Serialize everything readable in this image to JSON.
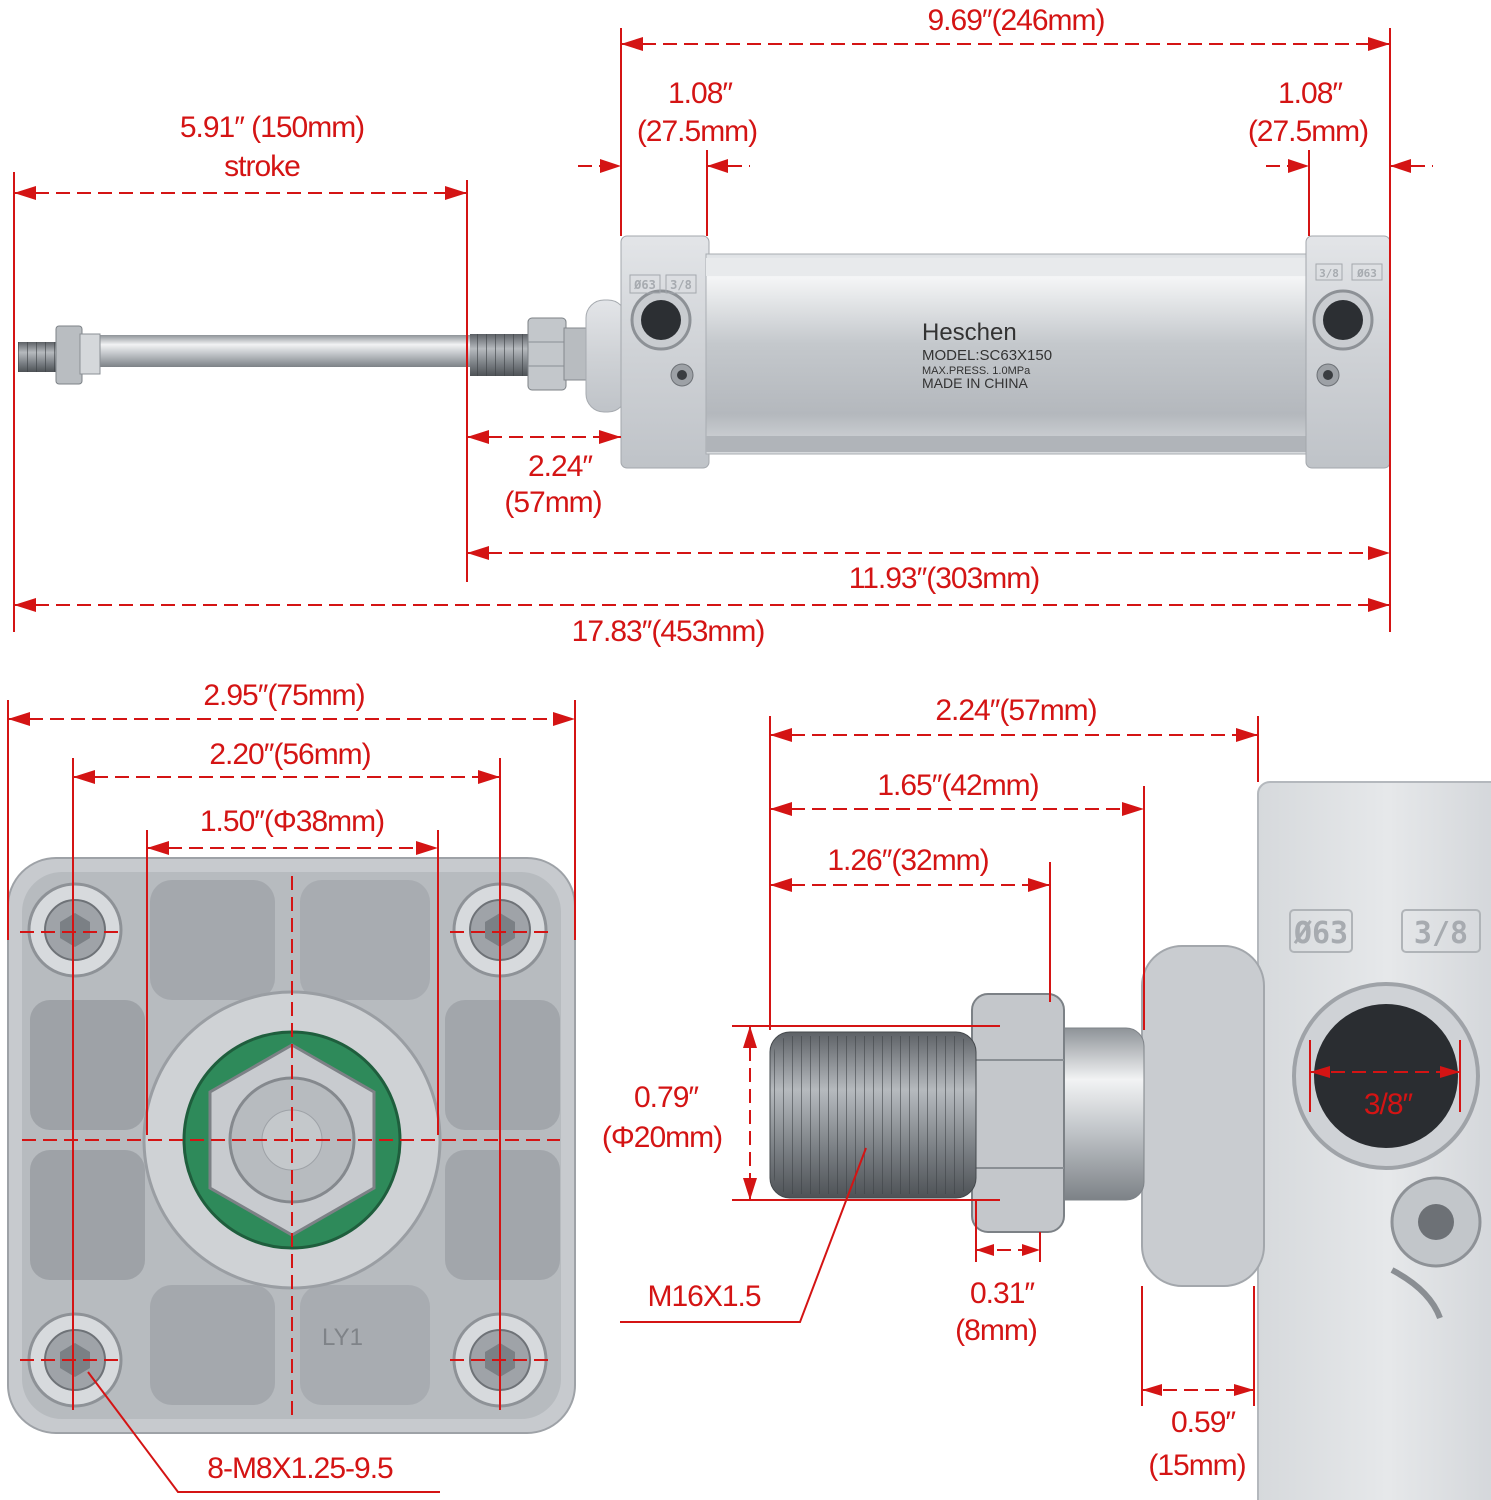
{
  "colors": {
    "dimension": "#d41414",
    "aluminum": "#c9ccd0",
    "steel": "#9ea3a8",
    "seal": "#2e8a5a"
  },
  "product": {
    "brand": "Heschen",
    "model": "MODEL:SC63X150",
    "pressure": "MAX.PRESS.  1.0MPa",
    "origin": "MADE IN CHINA",
    "bore_stamp": "Ø63",
    "port_stamp": "3/8",
    "cast_mark": "LY1"
  },
  "side_view": {
    "overall_length": "9.69″(246mm)",
    "front_cap_line1": "1.08″",
    "front_cap_line2": "(27.5mm)",
    "rear_cap_line1": "1.08″",
    "rear_cap_line2": "(27.5mm)",
    "stroke_line1": "5.91″  (150mm)",
    "stroke_line2": "stroke",
    "rod_extension_line1": "2.24″",
    "rod_extension_line2": "(57mm)",
    "retracted_length": "11.93″(303mm)",
    "extended_length": "17.83″(453mm)"
  },
  "end_view": {
    "flange_width": "2.95″(75mm)",
    "bolt_spacing": "2.20″(56mm)",
    "boss_diameter": "1.50″(Φ38mm)",
    "mount_holes": "8-M8X1.25-9.5"
  },
  "rod_detail": {
    "rod_total": "2.24″(57mm)",
    "thread_to_boss": "1.65″(42mm)",
    "thread_length": "1.26″(32mm)",
    "rod_dia_line1": "0.79″",
    "rod_dia_line2": "(Φ20mm)",
    "thread_spec": "M16X1.5",
    "nut_line1": "0.31″",
    "nut_line2": "(8mm)",
    "boss_line1": "0.59″",
    "boss_line2": "(15mm)",
    "port_size": "3/8″"
  }
}
